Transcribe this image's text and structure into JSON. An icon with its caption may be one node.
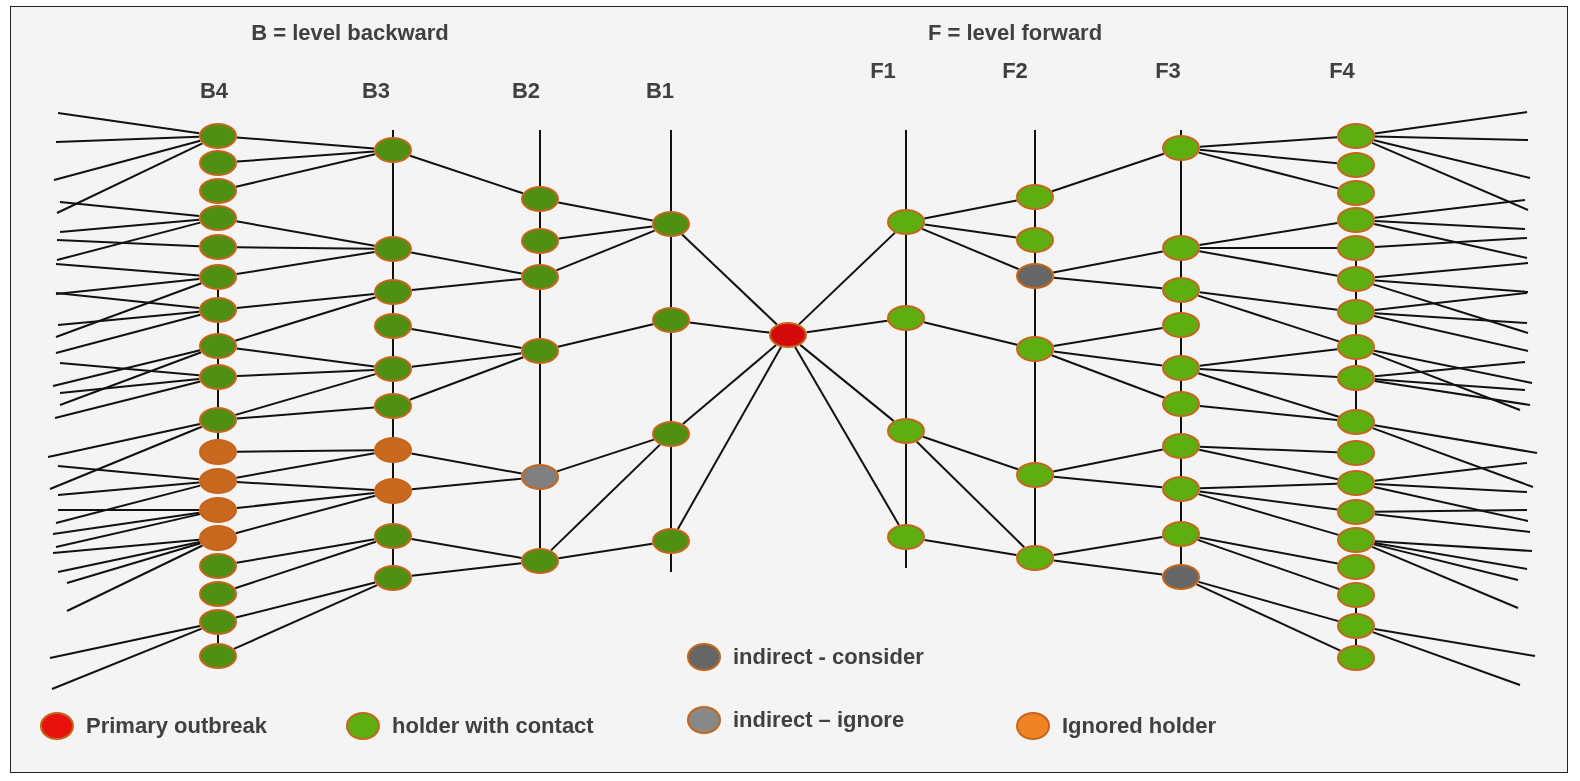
{
  "diagram": {
    "nodes": [
      {
        "text": [],
        "shape": "circle"
      },
      {
        "text": [],
        "shape": "circle"
      },
      {
        "text": [],
        "shape": "circle"
      },
      {
        "text": [],
        "shape": "circle"
      },
      {
        "text": [],
        "shape": "circle"
      },
      {
        "text": [],
        "shape": "circle"
      },
      {
        "text": [],
        "shape": "circle"
      },
      {
        "text": [],
        "shape": "circle"
      },
      {
        "text": [],
        "shape": "circle"
      },
      {
        "text": [],
        "shape": "circle"
      },
      {
        "text": [],
        "shape": "circle"
      },
      {
        "text": [],
        "shape": "circle"
      },
      {
        "text": [],
        "shape": "circle"
      },
      {
        "text": [],
        "shape": "circle"
      },
      {
        "text": [],
        "shape": "circle"
      },
      {
        "text": [],
        "shape": "circle"
      },
      {
        "text": [],
        "shape": "circle"
      },
      {
        "text": [],
        "shape": "circle"
      },
      {
        "text": [],
        "shape": "circle"
      },
      {
        "text": [],
        "shape": "circle"
      },
      {
        "text": [],
        "shape": "circle"
      },
      {
        "text": [],
        "shape": "circle"
      },
      {
        "text": [],
        "shape": "circle"
      },
      {
        "text": [],
        "shape": "circle"
      },
      {
        "text": [],
        "shape": "circle"
      },
      {
        "text": [],
        "shape": "circle"
      },
      {
        "text": [],
        "shape": "circle"
      },
      {
        "text": [],
        "shape": "circle"
      },
      {
        "text": [],
        "shape": "circle"
      },
      {
        "text": [],
        "shape": "circle"
      },
      {
        "text": [],
        "shape": "circle"
      },
      {
        "text": [],
        "shape": "circle"
      },
      {
        "text": [],
        "shape": "circle"
      },
      {
        "text": [],
        "shape": "circle"
      },
      {
        "text": [],
        "shape": "circle"
      },
      {
        "text": [],
        "shape": "circle"
      },
      {
        "text": [],
        "shape": "circle"
      },
      {
        "text": [],
        "shape": "circle"
      },
      {
        "text": [],
        "shape": "circle"
      },
      {
        "text": [],
        "shape": "circle"
      },
      {
        "text": [],
        "shape": "circle"
      },
      {
        "text": [],
        "shape": "circle"
      },
      {
        "text": [],
        "shape": "circle"
      },
      {
        "text": [],
        "shape": "circle"
      },
      {
        "text": [],
        "shape": "circle"
      },
      {
        "text": [],
        "shape": "circle"
      },
      {
        "text": [],
        "shape": "circle"
      },
      {
        "text": [],
        "shape": "circle"
      },
      {
        "text": [],
        "shape": "circle"
      },
      {
        "text": [],
        "shape": "circle"
      },
      {
        "text": [],
        "shape": "circle"
      },
      {
        "text": [],
        "shape": "circle"
      },
      {
        "text": [],
        "shape": "circle"
      },
      {
        "text": [],
        "shape": "circle"
      },
      {
        "text": [],
        "shape": "circle"
      },
      {
        "text": [],
        "shape": "circle"
      },
      {
        "text": [],
        "shape": "circle"
      },
      {
        "text": [],
        "shape": "circle"
      },
      {
        "text": [],
        "shape": "circle"
      },
      {
        "text": [],
        "shape": "circle"
      },
      {
        "text": [],
        "shape": "circle"
      },
      {
        "text": [],
        "shape": "circle"
      },
      {
        "text": [],
        "shape": "circle"
      },
      {
        "text": [],
        "shape": "circle"
      },
      {
        "text": [],
        "shape": "circle"
      },
      {
        "text": [],
        "shape": "circle"
      },
      {
        "text": [],
        "shape": "circle"
      },
      {
        "text": [],
        "shape": "circle"
      },
      {
        "text": [],
        "shape": "circle"
      },
      {
        "text": [],
        "shape": "circle"
      },
      {
        "text": [],
        "shape": "circle"
      },
      {
        "text": [],
        "shape": "circle"
      },
      {
        "text": [],
        "shape": "circle"
      },
      {
        "text": [],
        "shape": "circle"
      },
      {
        "text": [],
        "shape": "circle"
      },
      {
        "text": [],
        "shape": "circle"
      },
      {
        "text": [],
        "shape": "circle"
      }
    ],
    "edges": [
      {
        "from": null,
        "to": 0,
        "arrow": "none"
      },
      {
        "from": null,
        "to": 0,
        "arrow": "none"
      },
      {
        "from": null,
        "to": 0,
        "arrow": "none"
      },
      {
        "from": null,
        "to": 0,
        "arrow": "none"
      },
      {
        "from": null,
        "to": 3,
        "arrow": "none"
      },
      {
        "from": null,
        "to": 3,
        "arrow": "none"
      },
      {
        "from": null,
        "to": 3,
        "arrow": "none"
      },
      {
        "from": null,
        "to": 4,
        "arrow": "none"
      },
      {
        "from": null,
        "to": 5,
        "arrow": "none"
      },
      {
        "from": null,
        "to": 5,
        "arrow": "none"
      },
      {
        "from": null,
        "to": 5,
        "arrow": "none"
      },
      {
        "from": null,
        "to": 6,
        "arrow": "none"
      },
      {
        "from": null,
        "to": 6,
        "arrow": "none"
      },
      {
        "from": null,
        "to": 6,
        "arrow": "none"
      },
      {
        "from": null,
        "to": 7,
        "arrow": "none"
      },
      {
        "from": null,
        "to": 7,
        "arrow": "none"
      },
      {
        "from": null,
        "to": 8,
        "arrow": "none"
      },
      {
        "from": null,
        "to": 8,
        "arrow": "none"
      },
      {
        "from": null,
        "to": 8,
        "arrow": "none"
      },
      {
        "from": null,
        "to": 9,
        "arrow": "none"
      },
      {
        "from": null,
        "to": 9,
        "arrow": "none"
      },
      {
        "from": null,
        "to": 11,
        "arrow": "none"
      },
      {
        "from": null,
        "to": 11,
        "arrow": "none"
      },
      {
        "from": null,
        "to": 11,
        "arrow": "none"
      },
      {
        "from": null,
        "to": 12,
        "arrow": "none"
      },
      {
        "from": null,
        "to": 12,
        "arrow": "none"
      },
      {
        "from": null,
        "to": 12,
        "arrow": "none"
      },
      {
        "from": null,
        "to": 13,
        "arrow": "none"
      },
      {
        "from": null,
        "to": 13,
        "arrow": "none"
      },
      {
        "from": null,
        "to": 13,
        "arrow": "none"
      },
      {
        "from": null,
        "to": 13,
        "arrow": "none"
      },
      {
        "from": null,
        "to": 16,
        "arrow": "none"
      },
      {
        "from": null,
        "to": 16,
        "arrow": "none"
      },
      {
        "from": 0,
        "to": 18,
        "arrow": "none"
      },
      {
        "from": 1,
        "to": 18,
        "arrow": "none"
      },
      {
        "from": 2,
        "to": 18,
        "arrow": "none"
      },
      {
        "from": 3,
        "to": 19,
        "arrow": "none"
      },
      {
        "from": 4,
        "to": 19,
        "arrow": "none"
      },
      {
        "from": 5,
        "to": 19,
        "arrow": "none"
      },
      {
        "from": 6,
        "to": 20,
        "arrow": "none"
      },
      {
        "from": 7,
        "to": 20,
        "arrow": "none"
      },
      {
        "from": 7,
        "to": 22,
        "arrow": "none"
      },
      {
        "from": 8,
        "to": 22,
        "arrow": "none"
      },
      {
        "from": 9,
        "to": 22,
        "arrow": "none"
      },
      {
        "from": 9,
        "to": 23,
        "arrow": "none"
      },
      {
        "from": 10,
        "to": 24,
        "arrow": "none"
      },
      {
        "from": 11,
        "to": 24,
        "arrow": "none"
      },
      {
        "from": 11,
        "to": 25,
        "arrow": "none"
      },
      {
        "from": 12,
        "to": 25,
        "arrow": "none"
      },
      {
        "from": 13,
        "to": 25,
        "arrow": "none"
      },
      {
        "from": 14,
        "to": 26,
        "arrow": "none"
      },
      {
        "from": 15,
        "to": 26,
        "arrow": "none"
      },
      {
        "from": 16,
        "to": 27,
        "arrow": "none"
      },
      {
        "from": 17,
        "to": 27,
        "arrow": "none"
      },
      {
        "from": 18,
        "to": 28,
        "arrow": "none"
      },
      {
        "from": 19,
        "to": 30,
        "arrow": "none"
      },
      {
        "from": 20,
        "to": 30,
        "arrow": "none"
      },
      {
        "from": 21,
        "to": 31,
        "arrow": "none"
      },
      {
        "from": 22,
        "to": 31,
        "arrow": "none"
      },
      {
        "from": 23,
        "to": 31,
        "arrow": "none"
      },
      {
        "from": 24,
        "to": 32,
        "arrow": "none"
      },
      {
        "from": 25,
        "to": 32,
        "arrow": "none"
      },
      {
        "from": 26,
        "to": 33,
        "arrow": "none"
      },
      {
        "from": 27,
        "to": 33,
        "arrow": "none"
      },
      {
        "from": 28,
        "to": 34,
        "arrow": "none"
      },
      {
        "from": 29,
        "to": 34,
        "arrow": "none"
      },
      {
        "from": 30,
        "to": 34,
        "arrow": "none"
      },
      {
        "from": 31,
        "to": 35,
        "arrow": "none"
      },
      {
        "from": 32,
        "to": 36,
        "arrow": "none"
      },
      {
        "from": 33,
        "to": 36,
        "arrow": "none"
      },
      {
        "from": 33,
        "to": 37,
        "arrow": "none"
      },
      {
        "from": 34,
        "to": 38,
        "arrow": "none"
      },
      {
        "from": 35,
        "to": 38,
        "arrow": "none"
      },
      {
        "from": 36,
        "to": 38,
        "arrow": "none"
      },
      {
        "from": 37,
        "to": 38,
        "arrow": "none"
      },
      {
        "from": 38,
        "to": 39,
        "arrow": "none"
      },
      {
        "from": 38,
        "to": 40,
        "arrow": "none"
      },
      {
        "from": 38,
        "to": 41,
        "arrow": "none"
      },
      {
        "from": 38,
        "to": 42,
        "arrow": "none"
      },
      {
        "from": 39,
        "to": 43,
        "arrow": "none"
      },
      {
        "from": 39,
        "to": 44,
        "arrow": "none"
      },
      {
        "from": 39,
        "to": 45,
        "arrow": "none"
      },
      {
        "from": 40,
        "to": 46,
        "arrow": "none"
      },
      {
        "from": 41,
        "to": 47,
        "arrow": "none"
      },
      {
        "from": 41,
        "to": 48,
        "arrow": "none"
      },
      {
        "from": 42,
        "to": 48,
        "arrow": "none"
      },
      {
        "from": 43,
        "to": 49,
        "arrow": "none"
      },
      {
        "from": 45,
        "to": 50,
        "arrow": "none"
      },
      {
        "from": 45,
        "to": 51,
        "arrow": "none"
      },
      {
        "from": 46,
        "to": 52,
        "arrow": "none"
      },
      {
        "from": 46,
        "to": 53,
        "arrow": "none"
      },
      {
        "from": 46,
        "to": 54,
        "arrow": "none"
      },
      {
        "from": 47,
        "to": 55,
        "arrow": "none"
      },
      {
        "from": 47,
        "to": 56,
        "arrow": "none"
      },
      {
        "from": 48,
        "to": 57,
        "arrow": "none"
      },
      {
        "from": 48,
        "to": 58,
        "arrow": "none"
      },
      {
        "from": 49,
        "to": 59,
        "arrow": "none"
      },
      {
        "from": 49,
        "to": 60,
        "arrow": "none"
      },
      {
        "from": 49,
        "to": 61,
        "arrow": "none"
      },
      {
        "from": 50,
        "to": 62,
        "arrow": "none"
      },
      {
        "from": 50,
        "to": 63,
        "arrow": "none"
      },
      {
        "from": 50,
        "to": 64,
        "arrow": "none"
      },
      {
        "from": 51,
        "to": 65,
        "arrow": "none"
      },
      {
        "from": 51,
        "to": 66,
        "arrow": "none"
      },
      {
        "from": 53,
        "to": 66,
        "arrow": "none"
      },
      {
        "from": 53,
        "to": 67,
        "arrow": "none"
      },
      {
        "from": 53,
        "to": 68,
        "arrow": "none"
      },
      {
        "from": 54,
        "to": 68,
        "arrow": "none"
      },
      {
        "from": 55,
        "to": 69,
        "arrow": "none"
      },
      {
        "from": 55,
        "to": 70,
        "arrow": "none"
      },
      {
        "from": 56,
        "to": 70,
        "arrow": "none"
      },
      {
        "from": 56,
        "to": 71,
        "arrow": "none"
      },
      {
        "from": 56,
        "to": 72,
        "arrow": "none"
      },
      {
        "from": 57,
        "to": 73,
        "arrow": "none"
      },
      {
        "from": 57,
        "to": 74,
        "arrow": "none"
      },
      {
        "from": 58,
        "to": 75,
        "arrow": "none"
      },
      {
        "from": 58,
        "to": 76,
        "arrow": "none"
      },
      {
        "from": 59,
        "to": null,
        "arrow": "none"
      },
      {
        "from": 59,
        "to": null,
        "arrow": "none"
      },
      {
        "from": 59,
        "to": null,
        "arrow": "none"
      },
      {
        "from": 59,
        "to": null,
        "arrow": "none"
      },
      {
        "from": 62,
        "to": null,
        "arrow": "none"
      },
      {
        "from": 62,
        "to": null,
        "arrow": "none"
      },
      {
        "from": 62,
        "to": null,
        "arrow": "none"
      },
      {
        "from": 63,
        "to": null,
        "arrow": "none"
      },
      {
        "from": 64,
        "to": null,
        "arrow": "none"
      },
      {
        "from": 64,
        "to": null,
        "arrow": "none"
      },
      {
        "from": 64,
        "to": null,
        "arrow": "none"
      },
      {
        "from": 65,
        "to": null,
        "arrow": "none"
      },
      {
        "from": 65,
        "to": null,
        "arrow": "none"
      },
      {
        "from": 65,
        "to": null,
        "arrow": "none"
      },
      {
        "from": 66,
        "to": null,
        "arrow": "none"
      },
      {
        "from": 66,
        "to": null,
        "arrow": "none"
      },
      {
        "from": 67,
        "to": null,
        "arrow": "none"
      },
      {
        "from": 67,
        "to": null,
        "arrow": "none"
      },
      {
        "from": 67,
        "to": null,
        "arrow": "none"
      },
      {
        "from": 68,
        "to": null,
        "arrow": "none"
      },
      {
        "from": 68,
        "to": null,
        "arrow": "none"
      },
      {
        "from": 70,
        "to": null,
        "arrow": "none"
      },
      {
        "from": 70,
        "to": null,
        "arrow": "none"
      },
      {
        "from": 70,
        "to": null,
        "arrow": "none"
      },
      {
        "from": 71,
        "to": null,
        "arrow": "none"
      },
      {
        "from": 71,
        "to": null,
        "arrow": "none"
      },
      {
        "from": 72,
        "to": null,
        "arrow": "none"
      },
      {
        "from": 72,
        "to": null,
        "arrow": "none"
      },
      {
        "from": 72,
        "to": null,
        "arrow": "none"
      },
      {
        "from": 72,
        "to": null,
        "arrow": "none"
      },
      {
        "from": 75,
        "to": null,
        "arrow": "none"
      },
      {
        "from": 75,
        "to": null,
        "arrow": "none"
      },
      {
        "from": 5,
        "to": 6,
        "arrow": "none"
      },
      {
        "from": 6,
        "to": 7,
        "arrow": "none"
      },
      {
        "from": 7,
        "to": 8,
        "arrow": "none"
      },
      {
        "from": 8,
        "to": 9,
        "arrow": "none"
      },
      {
        "from": 9,
        "to": 10,
        "arrow": "none"
      },
      {
        "from": 16,
        "to": 17,
        "arrow": "none"
      },
      {
        "from": null,
        "to": 18,
        "arrow": "none"
      },
      {
        "from": 18,
        "to": 19,
        "arrow": "none"
      },
      {
        "from": 19,
        "to": 20,
        "arrow": "none"
      },
      {
        "from": 20,
        "to": 21,
        "arrow": "none"
      },
      {
        "from": 21,
        "to": 22,
        "arrow": "none"
      },
      {
        "from": 22,
        "to": 23,
        "arrow": "none"
      },
      {
        "from": 23,
        "to": 24,
        "arrow": "none"
      },
      {
        "from": 24,
        "to": 25,
        "arrow": "none"
      },
      {
        "from": 25,
        "to": 26,
        "arrow": "none"
      },
      {
        "from": 26,
        "to": 27,
        "arrow": "none"
      },
      {
        "from": null,
        "to": 28,
        "arrow": "none"
      },
      {
        "from": 28,
        "to": 29,
        "arrow": "none"
      },
      {
        "from": 29,
        "to": 30,
        "arrow": "none"
      },
      {
        "from": 30,
        "to": 31,
        "arrow": "none"
      },
      {
        "from": 31,
        "to": 32,
        "arrow": "none"
      },
      {
        "from": 32,
        "to": 33,
        "arrow": "none"
      },
      {
        "from": null,
        "to": 34,
        "arrow": "none"
      },
      {
        "from": 34,
        "to": 35,
        "arrow": "none"
      },
      {
        "from": 35,
        "to": 36,
        "arrow": "none"
      },
      {
        "from": 36,
        "to": 37,
        "arrow": "none"
      },
      {
        "from": 37,
        "to": null,
        "arrow": "none"
      },
      {
        "from": null,
        "to": 39,
        "arrow": "none"
      },
      {
        "from": 39,
        "to": 40,
        "arrow": "none"
      },
      {
        "from": 40,
        "to": 41,
        "arrow": "none"
      },
      {
        "from": 41,
        "to": 42,
        "arrow": "none"
      },
      {
        "from": 42,
        "to": null,
        "arrow": "none"
      },
      {
        "from": null,
        "to": 43,
        "arrow": "none"
      },
      {
        "from": 43,
        "to": 44,
        "arrow": "none"
      },
      {
        "from": 44,
        "to": 45,
        "arrow": "none"
      },
      {
        "from": 45,
        "to": 46,
        "arrow": "none"
      },
      {
        "from": 46,
        "to": 47,
        "arrow": "none"
      },
      {
        "from": 47,
        "to": 48,
        "arrow": "none"
      },
      {
        "from": null,
        "to": 49,
        "arrow": "none"
      },
      {
        "from": 49,
        "to": 50,
        "arrow": "none"
      },
      {
        "from": 50,
        "to": 51,
        "arrow": "none"
      },
      {
        "from": 51,
        "to": 52,
        "arrow": "none"
      },
      {
        "from": 52,
        "to": 53,
        "arrow": "none"
      },
      {
        "from": 53,
        "to": 54,
        "arrow": "none"
      },
      {
        "from": 54,
        "to": 55,
        "arrow": "none"
      },
      {
        "from": 55,
        "to": 56,
        "arrow": "none"
      },
      {
        "from": 56,
        "to": 57,
        "arrow": "none"
      },
      {
        "from": 57,
        "to": 58,
        "arrow": "none"
      },
      {
        "from": 63,
        "to": 64,
        "arrow": "none"
      },
      {
        "from": 64,
        "to": 65,
        "arrow": "none"
      },
      {
        "from": 65,
        "to": 66,
        "arrow": "none"
      },
      {
        "from": 66,
        "to": 67,
        "arrow": "none"
      },
      {
        "from": 67,
        "to": 68,
        "arrow": "none"
      },
      {
        "from": 74,
        "to": 75,
        "arrow": "none"
      },
      {
        "from": 75,
        "to": 76,
        "arrow": "none"
      }
    ],
    "labels": [
      "B = level backward",
      "F = level forward",
      "B4",
      "B3",
      "B2",
      "B1",
      "F1",
      "F2",
      "F3",
      "F4"
    ],
    "legend": [
      {
        "text": "indirect - consider",
        "color": "#666666"
      },
      {
        "text": "Primary outbreak",
        "color": "#e8120c"
      },
      {
        "text": "holder with contact",
        "color": "#5eae12"
      },
      {
        "text": "indirect – ignore",
        "color": "#888888"
      },
      {
        "text": "Ignored holder",
        "color": "#f08424"
      }
    ]
  }
}
